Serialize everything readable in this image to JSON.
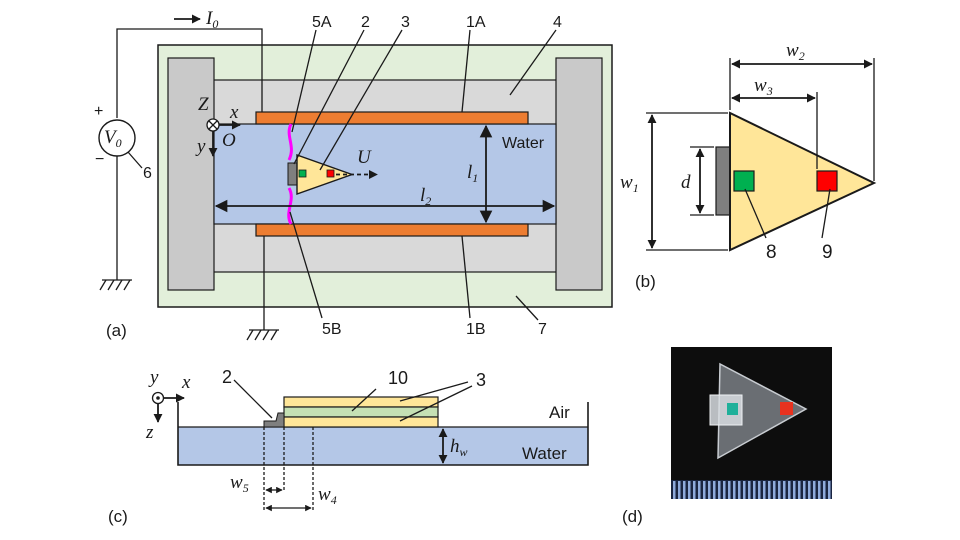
{
  "colors": {
    "outer_box": "#e2efda",
    "chamber": "#d9d9d9",
    "end_block": "#c9c9c9",
    "water": "#b4c7e7",
    "electrode": "#ed7d31",
    "body": "#ffe699",
    "layer_green": "#c5e0b4",
    "marker_green": "#00b050",
    "marker_red": "#ff0000",
    "contact_line": "#ff00ff",
    "plate": "#7f7f7f",
    "photo_bg": "#0d0d0d",
    "ruler": "#8faadc"
  },
  "panels": {
    "a": "(a)",
    "b": "(b)",
    "c": "(c)",
    "d": "(d)"
  },
  "panel_a": {
    "current_symbol": "I",
    "current_sub": "0",
    "source_symbol": "V",
    "source_sub": "0",
    "plus": "+",
    "minus": "−",
    "axis_z": "Z",
    "axis_x": "x",
    "axis_y": "y",
    "origin": "O",
    "velocity": "U",
    "water": "Water",
    "dim_l1": "l",
    "dim_l1_sub": "1",
    "dim_l2": "l",
    "dim_l2_sub": "2",
    "refs": {
      "r5A": "5A",
      "r2": "2",
      "r3": "3",
      "r1A": "1A",
      "r4": "4",
      "r6": "6",
      "r5B": "5B",
      "r1B": "1B",
      "r7": "7"
    }
  },
  "panel_b": {
    "w1": "w",
    "w1_sub": "1",
    "w2": "w",
    "w2_sub": "2",
    "w3": "w",
    "w3_sub": "3",
    "d": "d",
    "r8": "8",
    "r9": "9"
  },
  "panel_c": {
    "axis_y": "y",
    "axis_x": "x",
    "axis_z": "z",
    "r2": "2",
    "r10": "10",
    "r3": "3",
    "air": "Air",
    "water": "Water",
    "hw": "h",
    "hw_sub": "w",
    "w5": "w",
    "w5_sub": "5",
    "w4": "w",
    "w4_sub": "4"
  }
}
